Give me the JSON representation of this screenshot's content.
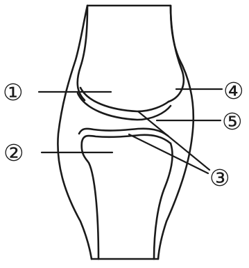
{
  "labels": {
    "marker_1": "①",
    "marker_2": "②",
    "marker_3": "③",
    "marker_4": "④",
    "marker_5": "⑤"
  }
}
